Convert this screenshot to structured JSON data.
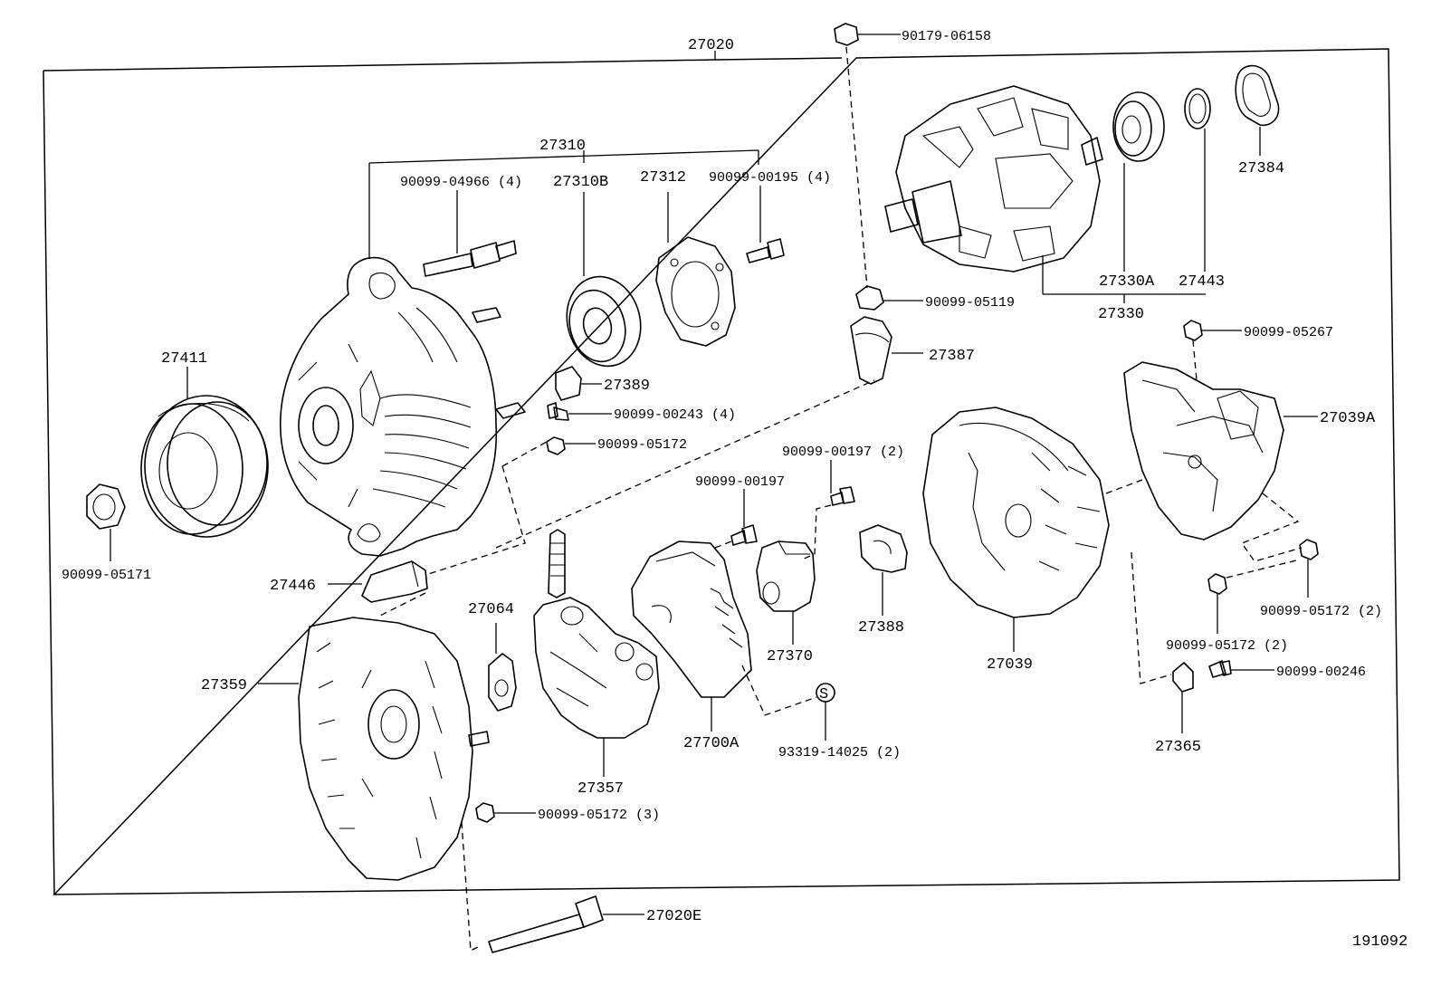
{
  "labels": {
    "assembly": "27020",
    "nut_top": "90179-06158",
    "drive_end_group": "27310",
    "bolt_04966": "90099-04966 (4)",
    "bearing_27310b": "27310B",
    "retainer_27312": "27312",
    "screw_00195": "90099-00195 (4)",
    "pulley": "27411",
    "pulley_nut": "90099-05171",
    "cover_27389": "27389",
    "screw_00243": "90099-00243 (4)",
    "nut_05172_a": "90099-05172",
    "insulator_27446": "27446",
    "cap_05119": "90099-05119",
    "holder_27387": "27387",
    "rotor_bearing_27330a": "27330A",
    "washer_27443": "27443",
    "rotor_27330": "27330",
    "cover_27384": "27384",
    "nut_05267": "90099-05267",
    "rear_cover_27039a": "27039A",
    "screw_00197_2": "90099-00197 (2)",
    "screw_00197": "90099-00197",
    "brush_holder_27370": "27370",
    "terminal_27388": "27388",
    "rear_frame_27039": "27039",
    "nut_05172_2a": "90099-05172 (2)",
    "nut_05172_2b": "90099-05172 (2)",
    "screw_00246": "90099-00246",
    "insulator_27365": "27365",
    "rectifier_27359": "27359",
    "plate_27064": "27064",
    "holder_27357": "27357",
    "regulator_27700a": "27700A",
    "spring_93319": "93319-14025 (2)",
    "nut_05172_3": "90099-05172 (3)",
    "through_bolt": "27020E",
    "diagram_number": "191092"
  }
}
